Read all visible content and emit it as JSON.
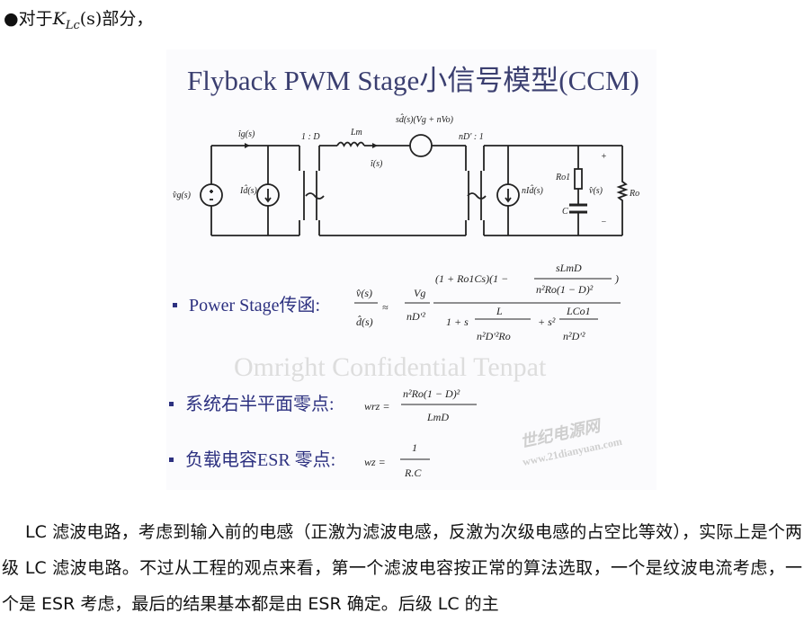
{
  "heading": {
    "bullet": "●",
    "prefix": "对于",
    "symbol": "K",
    "subscript": "Lc",
    "arg": "(s)",
    "suffix": "部分，"
  },
  "figure": {
    "title": "Flyback PWM Stage小信号模型(CCM)",
    "circuit": {
      "vg": "v̂g(s)",
      "ig": "îg(s)",
      "id": "Id̂(s)",
      "ratio1": "1 : D",
      "lm": "Lm",
      "is": "î(s)",
      "vsrc": "sd̂(s)(Vg + nVo)",
      "ratio2": "nD' : 1",
      "nid": "nId̂(s)",
      "ro1": "Ro1",
      "c": "C",
      "vout": "v̂(s)",
      "ro": "Ro",
      "plus": "+",
      "minus": "−"
    },
    "bullets": [
      {
        "label": "Power Stage传函:",
        "lhs_num": "v̂(s)",
        "lhs_den": "d̂(s)",
        "approx": "≈",
        "gain_num": "Vg",
        "gain_den": "nD'²",
        "num": "(1 + Ro1Cs)(1 − ",
        "num_frac_num": "sLmD",
        "num_frac_den": "n²Ro(1 − D)²",
        "num_close": ")",
        "den_a": "1 + s",
        "den_f1_num": "L",
        "den_f1_den": "n²D'²Ro",
        "den_b": "+ s²",
        "den_f2_num": "LCo1",
        "den_f2_den": "n²D'²"
      },
      {
        "label": "系统右半平面零点:",
        "lhs": "wrz =",
        "num": "n²Ro(1 − D)²",
        "den": "LmD"
      },
      {
        "label": "负载电容ESR 零点:",
        "lhs": "wz =",
        "num": "1",
        "den": "R.C"
      }
    ],
    "watermark": "Omright Confidential Tenpat",
    "site_logo": "世纪电源网",
    "site_url": "www.21dianyuan.com",
    "colors": {
      "title": "#3b3f70",
      "bullet_text": "#2d3180",
      "circuit": "#222222"
    }
  },
  "paragraph": "LC 滤波电路，考虑到输入前的电感（正激为滤波电感，反激为次级电感的占空比等效），实际上是个两级 LC 滤波电路。不过从工程的观点来看，第一个滤波电容按正常的算法选取，一个是纹波电流考虑，一个是 ESR 考虑，最后的结果基本都是由 ESR 确定。后级 LC 的主"
}
